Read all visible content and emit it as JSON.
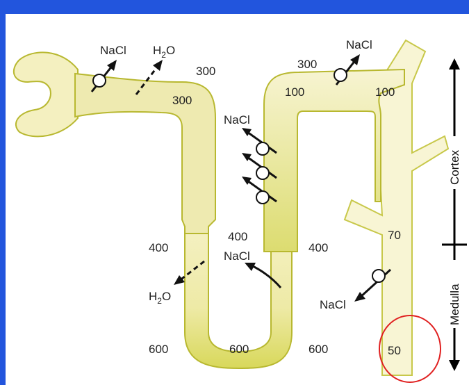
{
  "colors": {
    "frame": "#2255dd",
    "background": "#ffffff",
    "tubule_fill": "#f4f0c0",
    "tubule_dark": "#dcdc7a",
    "tubule_stroke": "#b8b830",
    "highlight_circle": "#e02020"
  },
  "labels": {
    "nacl_1": "NaCl",
    "h2o_1_base": "H",
    "h2o_1_sub": "2",
    "h2o_1_rest": "O",
    "osm_300_a": "300",
    "osm_300_b": "300",
    "osm_300_c": "300",
    "nacl_2": "NaCl",
    "osm_100_a": "100",
    "osm_100_b": "100",
    "nacl_3": "NaCl",
    "osm_400_a": "400",
    "osm_400_b": "400",
    "osm_400_c": "400",
    "nacl_4": "NaCl",
    "h2o_2_base": "H",
    "h2o_2_sub": "2",
    "h2o_2_rest": "O",
    "osm_70": "70",
    "nacl_5": "NaCl",
    "osm_600_a": "600",
    "osm_600_b": "600",
    "osm_600_c": "600",
    "osm_50": "50"
  },
  "axis": {
    "cortex": "Cortex",
    "medulla": "Medulla"
  }
}
